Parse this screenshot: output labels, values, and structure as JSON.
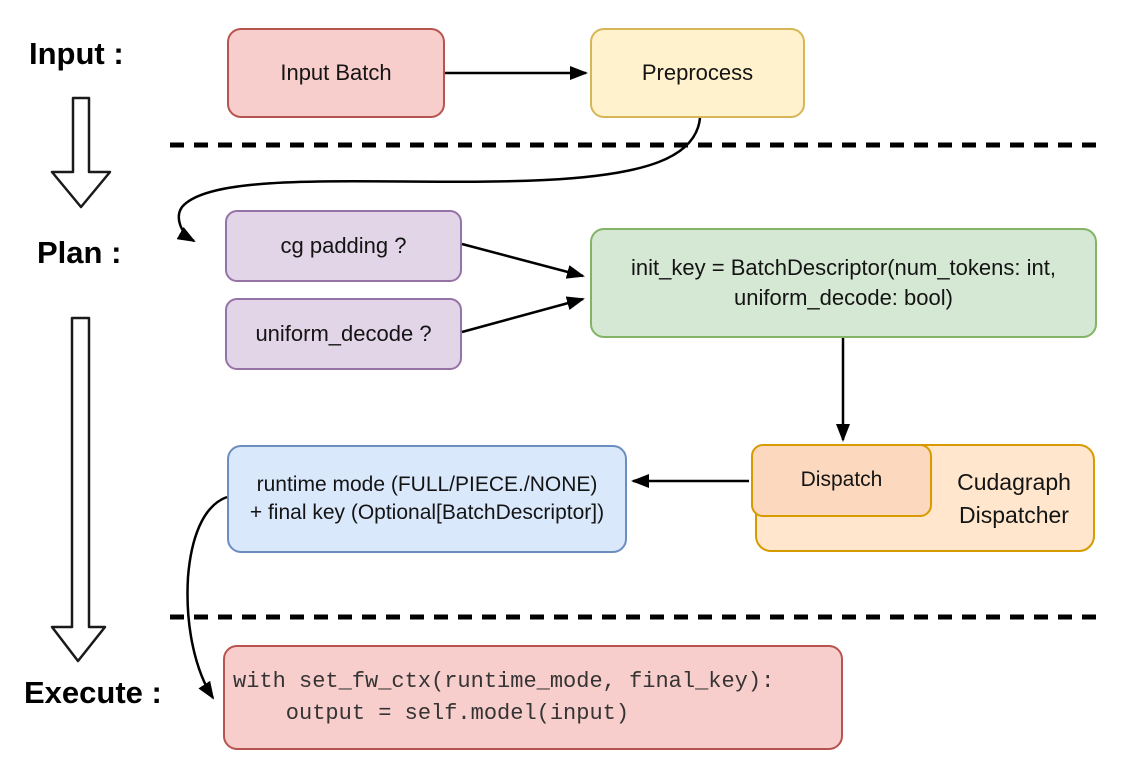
{
  "labels": {
    "input": "Input :",
    "plan": "Plan :",
    "execute": "Execute :"
  },
  "nodes": {
    "input_batch": {
      "label": "Input Batch",
      "fill": "#f8cecc",
      "stroke": "#b85450"
    },
    "preprocess": {
      "label": "Preprocess",
      "fill": "#fff2cc",
      "stroke": "#d6b656"
    },
    "cg_padding": {
      "label": "cg padding ?",
      "fill": "#e1d5e7",
      "stroke": "#9673a6"
    },
    "uniform_decode": {
      "label": "uniform_decode ?",
      "fill": "#e1d5e7",
      "stroke": "#9673a6"
    },
    "init_key": {
      "line1": "init_key = BatchDescriptor(num_tokens: int,",
      "line2": "uniform_decode: bool)",
      "fill": "#d5e8d4",
      "stroke": "#82b366"
    },
    "dispatch": {
      "label": "Dispatch",
      "fill": "#fcd8bf",
      "stroke": "#d79b00"
    },
    "cudagraph_dispatcher": {
      "line1": "Cudagraph",
      "line2": "Dispatcher",
      "fill": "#ffe6cc",
      "stroke": "#d79b00"
    },
    "runtime_mode": {
      "line1": "runtime mode (FULL/PIECE./NONE)",
      "line2": "+ final key (Optional[BatchDescriptor])",
      "fill": "#dae8fc",
      "stroke": "#6c8ebf"
    },
    "execute_code": {
      "line1": "with set_fw_ctx(runtime_mode, final_key):",
      "line2": "    output = self.model(input)",
      "fill": "#f8cecc",
      "stroke": "#b85450"
    }
  },
  "colors": {
    "arrow": "#000000",
    "divider": "#000000"
  }
}
